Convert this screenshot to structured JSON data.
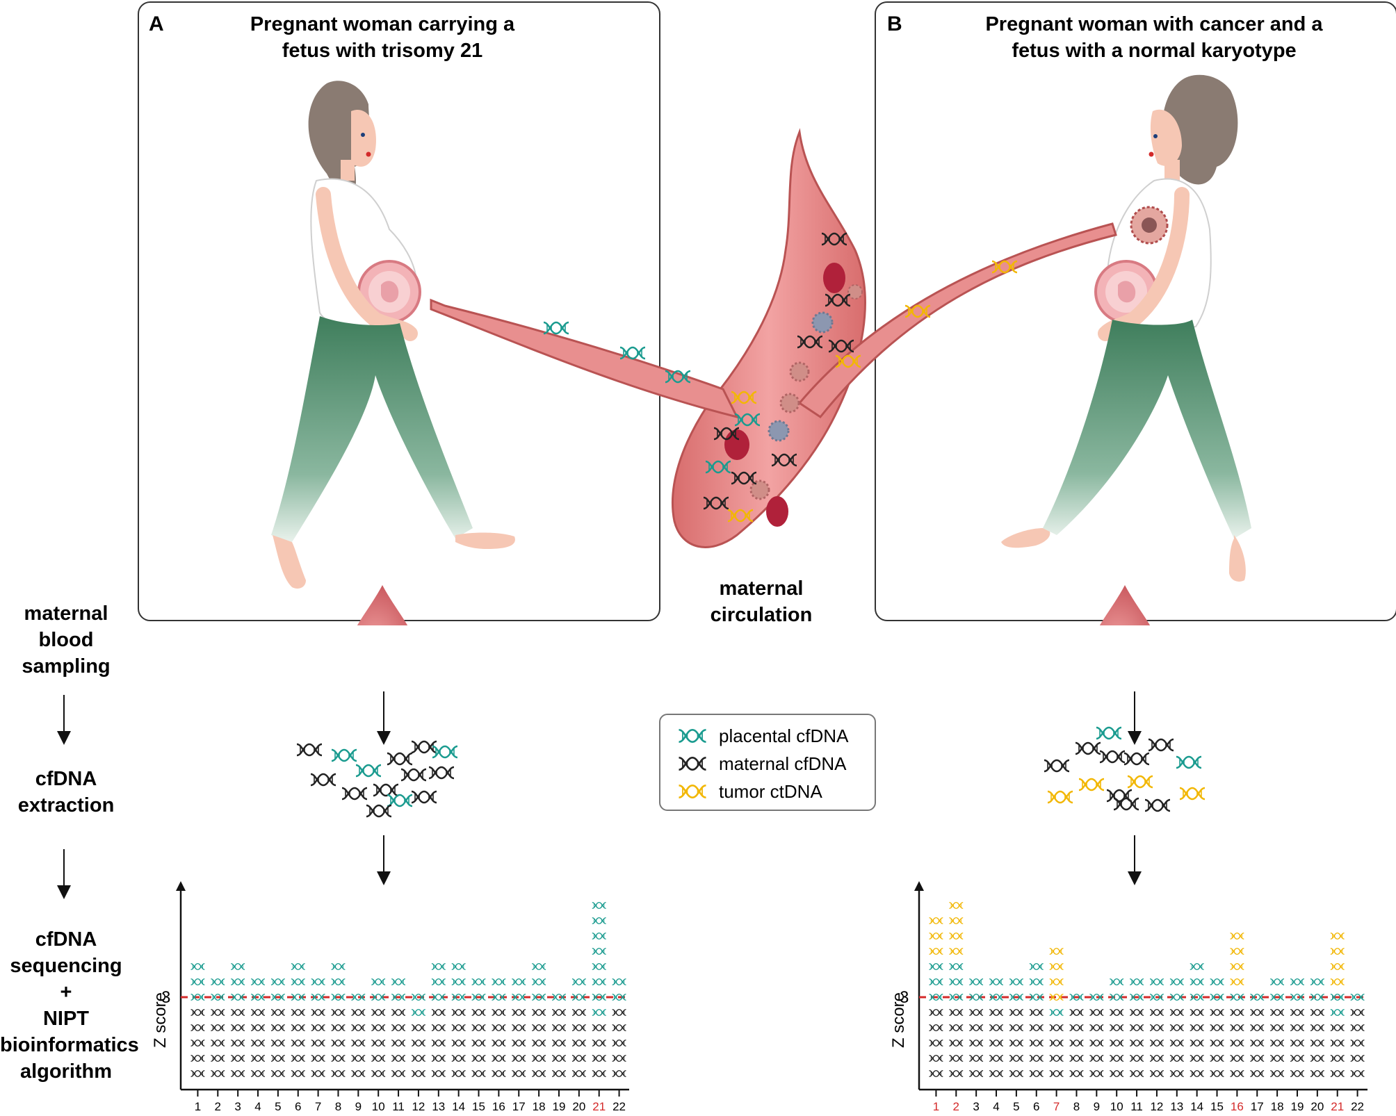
{
  "panels": {
    "A": {
      "letter": "A",
      "title_line1": "Pregnant woman carrying a",
      "title_line2": "fetus with trisomy 21"
    },
    "B": {
      "letter": "B",
      "title_line1": "Pregnant woman with cancer and a",
      "title_line2": "fetus with a normal karyotype"
    }
  },
  "steps": {
    "blood_line1": "maternal",
    "blood_line2": "blood",
    "blood_line3": "sampling",
    "extraction_line1": "cfDNA",
    "extraction_line2": "extraction",
    "seq_line1": "cfDNA",
    "seq_line2": "sequencing",
    "seq_line3": "+",
    "seq_line4": "NIPT",
    "seq_line5": "bioinformatics",
    "seq_line6": "algorithm"
  },
  "circulation": {
    "line1": "maternal",
    "line2": "circulation"
  },
  "legend": [
    {
      "label": "placental cfDNA",
      "color": "#1a9b8f"
    },
    {
      "label": "maternal cfDNA",
      "color": "#222222"
    },
    {
      "label": "tumor ctDNA",
      "color": "#f2b705"
    }
  ],
  "colors": {
    "placental": "#1a9b8f",
    "maternal": "#222222",
    "tumor": "#f2b705",
    "threshold": "#d42a2a",
    "vessel": "#e98a8a",
    "vessel_dark": "#c95a5a",
    "legging": "#3f7e5c",
    "highlight_label": "#d42a2a"
  },
  "chart_data": [
    {
      "type": "bar",
      "ylabel": "Z score",
      "threshold": 3,
      "threshold_label": "3",
      "categories": [
        "1",
        "2",
        "3",
        "4",
        "5",
        "6",
        "7",
        "8",
        "9",
        "10",
        "11",
        "12",
        "13",
        "14",
        "15",
        "16",
        "17",
        "18",
        "19",
        "20",
        "21",
        "22"
      ],
      "highlighted": [
        "21"
      ],
      "series": [
        {
          "name": "maternal cfDNA",
          "values": [
            5,
            5,
            5,
            5,
            5,
            5,
            5,
            5,
            5,
            5,
            5,
            4,
            5,
            5,
            5,
            5,
            5,
            5,
            5,
            5,
            4,
            5
          ]
        },
        {
          "name": "placental cfDNA",
          "values": [
            3,
            2,
            3,
            2,
            2,
            3,
            2,
            3,
            1,
            2,
            2,
            2,
            3,
            3,
            2,
            2,
            2,
            3,
            1,
            2,
            8,
            2
          ]
        }
      ]
    },
    {
      "type": "bar",
      "ylabel": "Z score",
      "threshold": 3,
      "threshold_label": "3",
      "categories": [
        "1",
        "2",
        "3",
        "4",
        "5",
        "6",
        "7",
        "8",
        "9",
        "10",
        "11",
        "12",
        "13",
        "14",
        "15",
        "16",
        "17",
        "18",
        "19",
        "20",
        "21",
        "22"
      ],
      "highlighted": [
        "1",
        "2",
        "7",
        "16",
        "21"
      ],
      "series": [
        {
          "name": "maternal cfDNA",
          "values": [
            5,
            5,
            5,
            5,
            5,
            5,
            4,
            5,
            5,
            5,
            5,
            5,
            5,
            5,
            5,
            5,
            5,
            5,
            5,
            5,
            4,
            5
          ]
        },
        {
          "name": "placental cfDNA",
          "values": [
            3,
            3,
            2,
            2,
            2,
            3,
            1,
            1,
            1,
            2,
            2,
            2,
            2,
            3,
            2,
            1,
            1,
            2,
            2,
            2,
            2,
            1
          ]
        },
        {
          "name": "tumor ctDNA",
          "values": [
            3,
            4,
            0,
            0,
            0,
            0,
            4,
            0,
            0,
            0,
            0,
            0,
            0,
            0,
            0,
            4,
            0,
            0,
            0,
            0,
            4,
            0
          ]
        }
      ]
    }
  ]
}
